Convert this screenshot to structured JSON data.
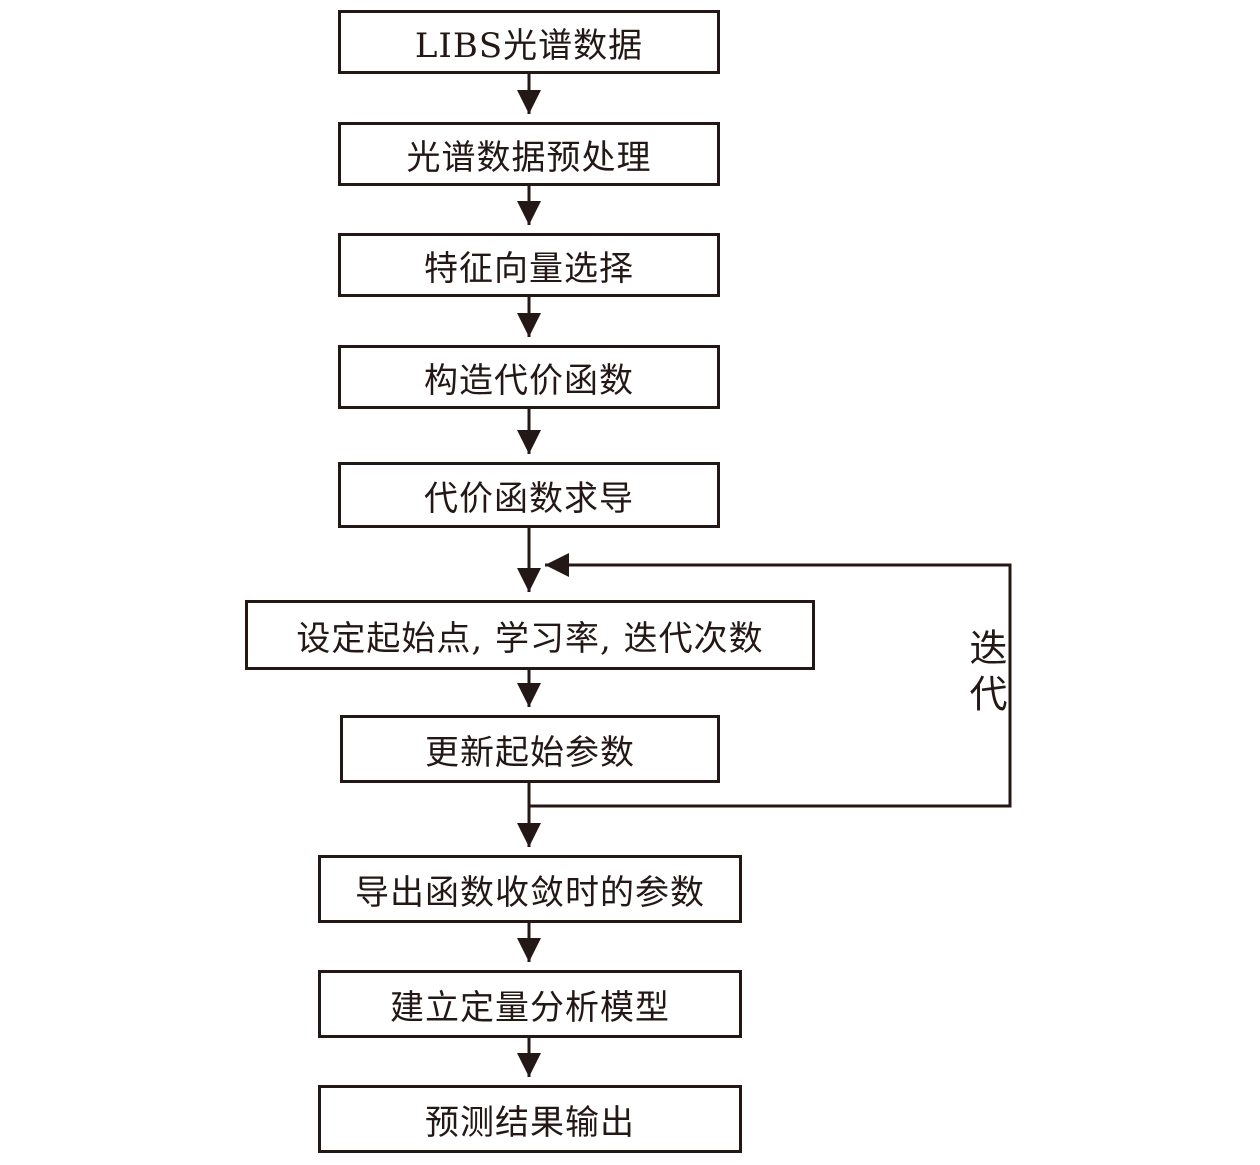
{
  "diagram": {
    "type": "flowchart",
    "loop_label": "迭代",
    "colors": {
      "stroke": "#231815",
      "box_fill": "#ffffff",
      "background": "#ffffff"
    },
    "nodes": [
      {
        "id": "n1",
        "label": "LIBS光谱数据"
      },
      {
        "id": "n2",
        "label": "光谱数据预处理"
      },
      {
        "id": "n3",
        "label": "特征向量选择"
      },
      {
        "id": "n4",
        "label": "构造代价函数"
      },
      {
        "id": "n5",
        "label": "代价函数求导"
      },
      {
        "id": "n6",
        "label": "设定起始点, 学习率, 迭代次数"
      },
      {
        "id": "n7",
        "label": "更新起始参数"
      },
      {
        "id": "n8",
        "label": "导出函数收敛时的参数"
      },
      {
        "id": "n9",
        "label": "建立定量分析模型"
      },
      {
        "id": "n10",
        "label": "预测结果输出"
      }
    ],
    "edges": [
      {
        "from": "n1",
        "to": "n2"
      },
      {
        "from": "n2",
        "to": "n3"
      },
      {
        "from": "n3",
        "to": "n4"
      },
      {
        "from": "n4",
        "to": "n5"
      },
      {
        "from": "n5",
        "to": "n6"
      },
      {
        "from": "n6",
        "to": "n7"
      },
      {
        "from": "n7",
        "to": "n8"
      },
      {
        "from": "n8",
        "to": "n9"
      },
      {
        "from": "n9",
        "to": "n10"
      },
      {
        "from": "n7",
        "to": "n6",
        "kind": "feedback-loop",
        "label": "迭代"
      }
    ]
  }
}
